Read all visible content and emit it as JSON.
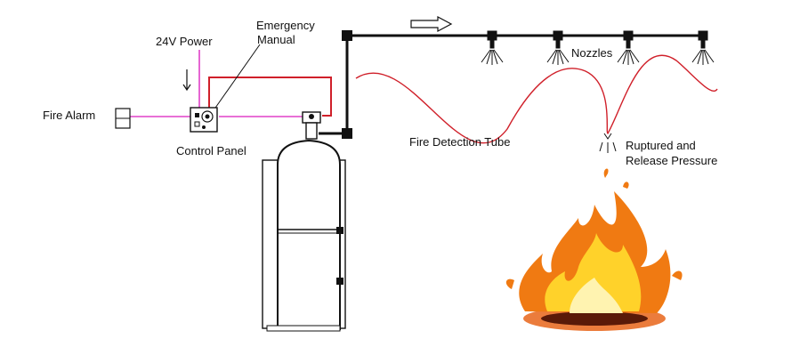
{
  "labels": {
    "fire_alarm": "Fire Alarm",
    "power": "24V Power",
    "emergency_line1": "Emergency",
    "emergency_line2": "Manual",
    "control_panel": "Control Panel",
    "nozzles": "Nozzles",
    "detection_tube": "Fire Detection Tube",
    "ruptured_line1": "Ruptured and",
    "ruptured_line2": "Release Pressure"
  },
  "colors": {
    "signal_wire": "#e040c8",
    "detection_tube": "#d0202a",
    "pipe": "#111111",
    "fire_outer": "#f07a12",
    "fire_inner": "#ffd22a"
  },
  "icons": {
    "flow_arrow": "flow-direction-arrow-icon",
    "nozzle": "spray-nozzle-icon",
    "fire": "fire-icon",
    "cylinder": "gas-cylinder-icon"
  }
}
